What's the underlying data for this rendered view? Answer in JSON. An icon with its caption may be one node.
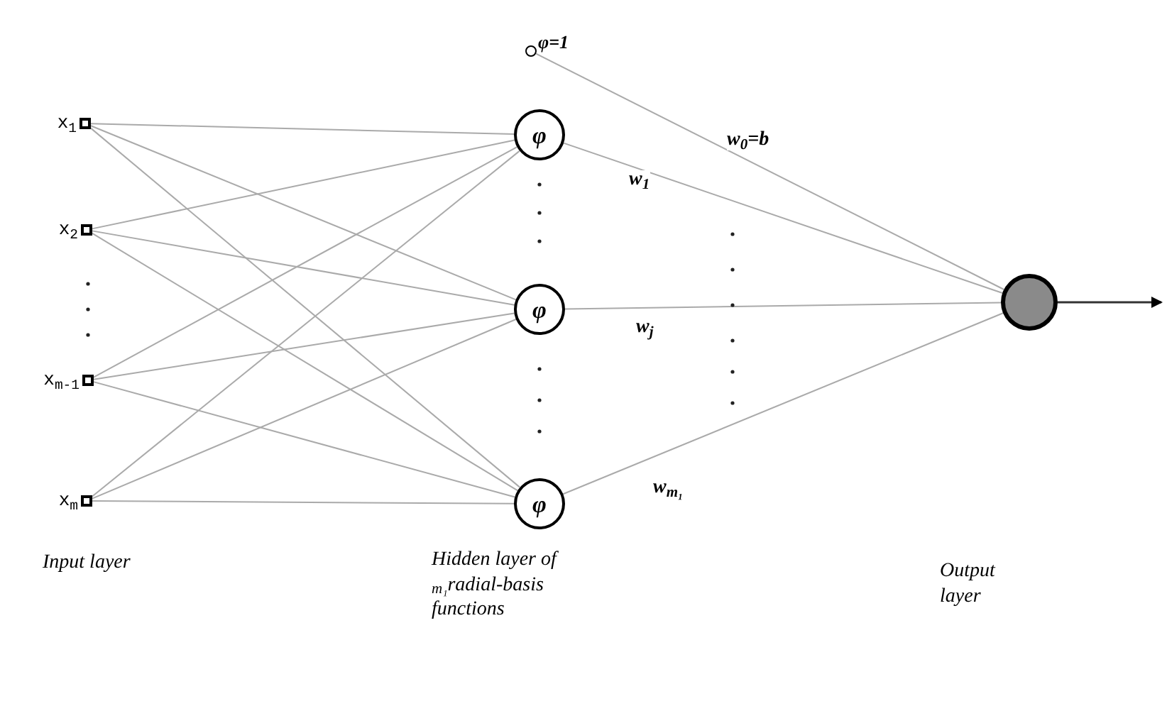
{
  "diagram": {
    "nodes": [
      {
        "text": [
          "x$_{1}$"
        ]
      },
      {
        "text": [
          "x$_{2}$"
        ]
      },
      {
        "text": [
          "x$_{m-1}$"
        ]
      },
      {
        "text": [
          "x$_{m}$"
        ]
      },
      {
        "text": [
          "φ=1"
        ]
      },
      {
        "text": [
          "φ"
        ]
      },
      {
        "text": [
          "φ"
        ]
      },
      {
        "text": [
          "φ"
        ]
      },
      {
        "text": [],
        "shape": "circle"
      }
    ],
    "edges": [
      {
        "from": 0,
        "to": 5,
        "arrow": "none"
      },
      {
        "from": 0,
        "to": 6,
        "arrow": "none"
      },
      {
        "from": 0,
        "to": 7,
        "arrow": "none"
      },
      {
        "from": 1,
        "to": 5,
        "arrow": "none"
      },
      {
        "from": 1,
        "to": 6,
        "arrow": "none"
      },
      {
        "from": 1,
        "to": 7,
        "arrow": "none"
      },
      {
        "from": 2,
        "to": 5,
        "arrow": "none"
      },
      {
        "from": 2,
        "to": 6,
        "arrow": "none"
      },
      {
        "from": 2,
        "to": 7,
        "arrow": "none"
      },
      {
        "from": 3,
        "to": 5,
        "arrow": "none"
      },
      {
        "from": 3,
        "to": 6,
        "arrow": "none"
      },
      {
        "from": 3,
        "to": 7,
        "arrow": "none"
      },
      {
        "from": 4,
        "to": 8,
        "arrow": "none",
        "label": "w$_{0}$=b"
      },
      {
        "from": 5,
        "to": 8,
        "arrow": "none",
        "label": "w$_{1}$"
      },
      {
        "from": 6,
        "to": 8,
        "arrow": "none",
        "label": "w$_{j}$"
      },
      {
        "from": 7,
        "to": 8,
        "arrow": "none",
        "label": "w$_{m₁}$"
      },
      {
        "from": 8,
        "to": null,
        "arrow": "to",
        "color": "#333333"
      }
    ],
    "labels": [
      "Input layer",
      "Hidden layer of $_{m₁}$radial-basis functions",
      "Output layer"
    ]
  }
}
